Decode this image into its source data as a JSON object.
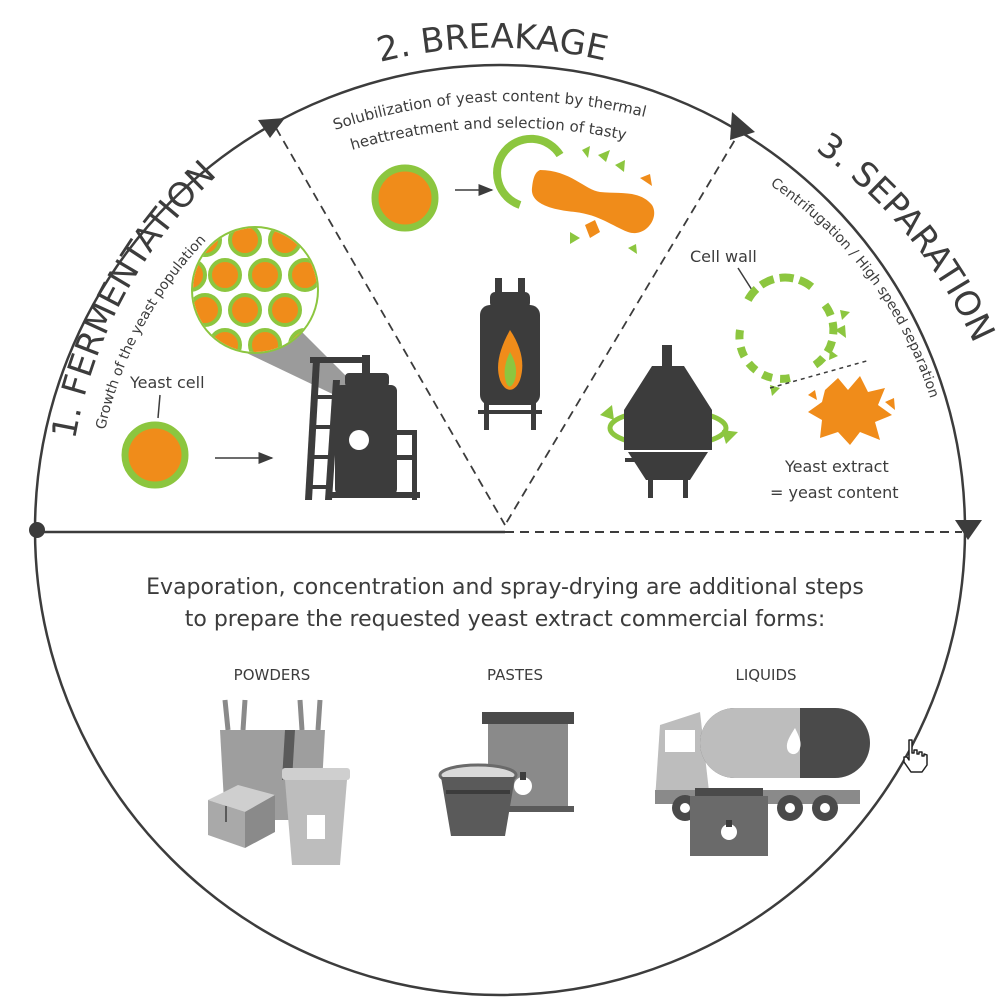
{
  "steps": {
    "fermentation": {
      "title": "1. FERMENTATION",
      "subtitle": "Growth of the yeast population",
      "cell_label": "Yeast cell"
    },
    "breakage": {
      "title": "2. BREAKAGE",
      "desc_line1": "Solubilization of yeast content by thermal",
      "desc_line2": "heattreatment and selection of tasty"
    },
    "separation": {
      "title": "3. SEPARATION",
      "subtitle": "Centrifugation / High speed separation",
      "cell_wall_label": "Cell wall",
      "extract_line1": "Yeast extract",
      "extract_line2": "= yeast content"
    }
  },
  "bottom": {
    "text_line1": "Evaporation, concentration and spray-drying are additional steps",
    "text_line2": "to prepare the requested yeast extract commercial forms:",
    "forms": {
      "powders": "POWDERS",
      "pastes": "PASTES",
      "liquids": "LIQUIDS"
    }
  },
  "colors": {
    "orange": "#f08c1a",
    "green": "#8cc63f",
    "dark_gray": "#4a4a4a",
    "mid_gray": "#8a8a8a",
    "light_gray": "#bdbdbd",
    "line": "#3c3c3c"
  },
  "icons": [
    "fermenter-tank-icon",
    "heating-reactor-icon",
    "centrifuge-icon",
    "bulk-bag-icon",
    "cardboard-box-icon",
    "bucket-icon",
    "drum-icon",
    "tanker-truck-icon",
    "hand-cursor-icon"
  ]
}
